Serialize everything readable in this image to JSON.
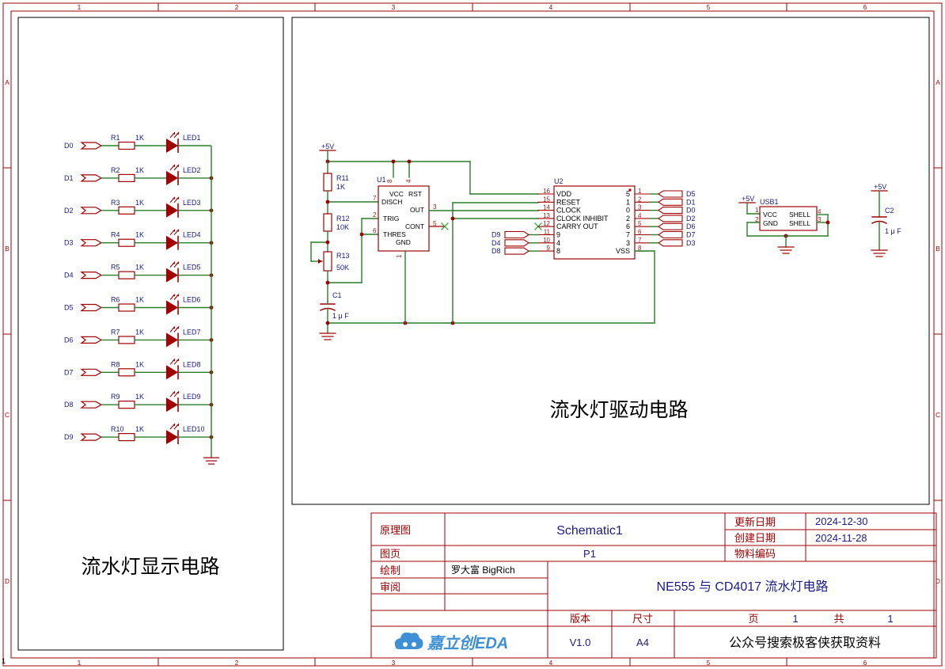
{
  "frame": {
    "col_labels": [
      "1",
      "2",
      "3",
      "4",
      "5",
      "6"
    ],
    "row_labels": [
      "A",
      "B",
      "C",
      "D"
    ],
    "corner_label": "1"
  },
  "colors": {
    "wire": "#2a7d2a",
    "symbol": "#a00000",
    "label": "#1a1a8c",
    "frame": "#a00000"
  },
  "display": {
    "title": "流水灯显示电路",
    "rows": [
      {
        "net": "D0",
        "resistor": "R1",
        "value": "1K",
        "led": "LED1"
      },
      {
        "net": "D1",
        "resistor": "R2",
        "value": "1K",
        "led": "LED2"
      },
      {
        "net": "D2",
        "resistor": "R3",
        "value": "1K",
        "led": "LED3"
      },
      {
        "net": "D3",
        "resistor": "R4",
        "value": "1K",
        "led": "LED4"
      },
      {
        "net": "D4",
        "resistor": "R5",
        "value": "1K",
        "led": "LED5"
      },
      {
        "net": "D5",
        "resistor": "R6",
        "value": "1K",
        "led": "LED6"
      },
      {
        "net": "D6",
        "resistor": "R7",
        "value": "1K",
        "led": "LED7"
      },
      {
        "net": "D7",
        "resistor": "R8",
        "value": "1K",
        "led": "LED8"
      },
      {
        "net": "D8",
        "resistor": "R9",
        "value": "1K",
        "led": "LED9"
      },
      {
        "net": "D9",
        "resistor": "R10",
        "value": "1K",
        "led": "LED10"
      }
    ]
  },
  "driver": {
    "title": "流水灯驱动电路",
    "vcc_label": "+5V",
    "r11": {
      "ref": "R11",
      "value": "1K"
    },
    "r12": {
      "ref": "R12",
      "value": "10K"
    },
    "r13": {
      "ref": "R13",
      "value": "50K"
    },
    "c1": {
      "ref": "C1",
      "value": "1 μ F"
    },
    "u1": {
      "ref": "U1",
      "pins": {
        "vcc": "VCC",
        "rst": "RST",
        "disch": "DISCH",
        "out": "OUT",
        "trig": "TRIG",
        "cont": "CONT",
        "thres": "THRES",
        "gnd": "GND"
      },
      "pin_numbers": {
        "p8": "8",
        "p4": "4",
        "p7": "7",
        "p3": "3",
        "p2": "2",
        "p5": "5",
        "p6": "6",
        "p1": "1"
      }
    },
    "u2": {
      "ref": "U2",
      "left_pins": [
        {
          "num": "16",
          "name": "VDD"
        },
        {
          "num": "15",
          "name": "RESET"
        },
        {
          "num": "14",
          "name": "CLOCK"
        },
        {
          "num": "13",
          "name": "CLOCK INHIBIT"
        },
        {
          "num": "12",
          "name": "CARRY OUT"
        },
        {
          "num": "11",
          "name": "9"
        },
        {
          "num": "10",
          "name": "4"
        },
        {
          "num": "9",
          "name": "8"
        }
      ],
      "right_pins": [
        {
          "num": "1",
          "name": "5",
          "net": "D5"
        },
        {
          "num": "2",
          "name": "1",
          "net": "D1"
        },
        {
          "num": "3",
          "name": "0",
          "net": "D0"
        },
        {
          "num": "4",
          "name": "2",
          "net": "D2"
        },
        {
          "num": "5",
          "name": "6",
          "net": "D6"
        },
        {
          "num": "6",
          "name": "7",
          "net": "D7"
        },
        {
          "num": "7",
          "name": "3",
          "net": "D3"
        },
        {
          "num": "8",
          "name": "VSS",
          "net": ""
        }
      ],
      "left_nets": [
        "D9",
        "D4",
        "D8"
      ]
    },
    "usb1": {
      "ref": "USB1",
      "vcc_label": "+5V",
      "pins": {
        "p1": "1",
        "p2": "2",
        "p3": "3",
        "p4": "4",
        "vcc": "VCC",
        "gnd": "GND",
        "shell1": "SHELL",
        "shell2": "SHELL"
      }
    },
    "c2": {
      "ref": "C2",
      "value": "1 μ F",
      "vcc_label": "+5V"
    }
  },
  "title_block": {
    "schematic_label": "原理图",
    "schematic_value": "Schematic1",
    "updated_label": "更新日期",
    "updated_value": "2024-12-30",
    "created_label": "创建日期",
    "created_value": "2024-11-28",
    "page_label": "图页",
    "page_value": "P1",
    "part_label": "物料编码",
    "part_value": "",
    "drawn_label": "绘制",
    "drawn_value": "罗大富 BigRich",
    "review_label": "审阅",
    "review_value": "",
    "project_title": "NE555 与 CD4017 流水灯电路",
    "version_label": "版本",
    "version_value": "V1.0",
    "size_label": "尺寸",
    "size_value": "A4",
    "page_num_label": "页",
    "page_num_value": "1",
    "total_label": "共",
    "total_value": "1",
    "logo_text": "嘉立创EDA",
    "footer_note": "公众号搜索极客侠获取资料"
  }
}
